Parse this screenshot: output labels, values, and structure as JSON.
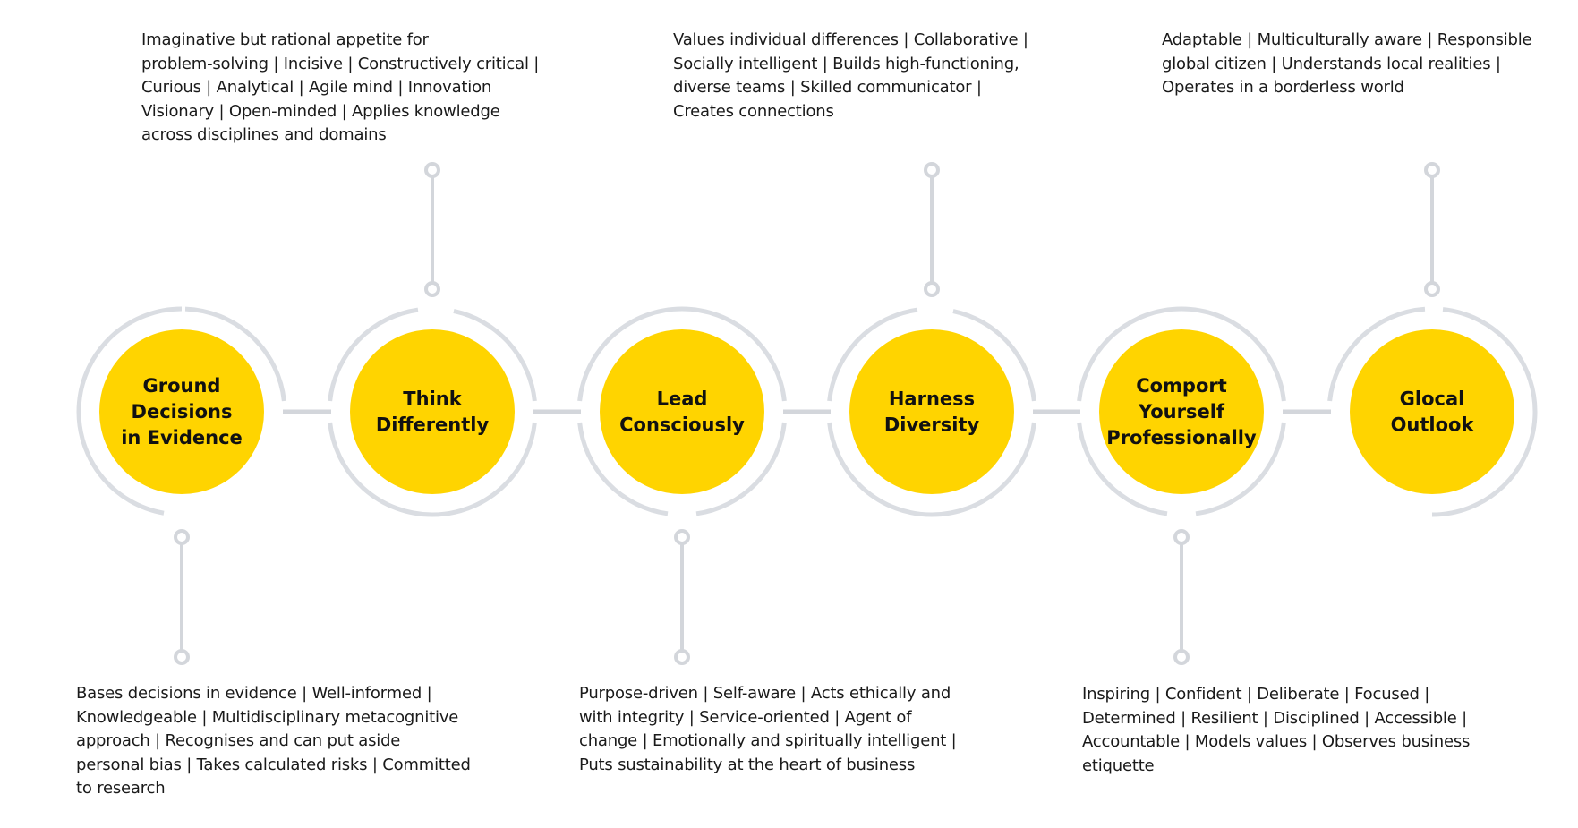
{
  "colors": {
    "node_fill": "#FFD400",
    "ring": "#DADDE2",
    "connector": "#D3D6DB",
    "text": "#111111"
  },
  "nodes": [
    {
      "id": "ground-decisions",
      "title_lines": [
        "Ground",
        "Decisions",
        "in Evidence"
      ],
      "description_position": "bottom",
      "description_lines": [
        "Bases decisions in evidence | Well-informed |",
        "Knowledgeable | Multidisciplinary metacognitive",
        "approach | Recognises and can put aside",
        "personal bias | Takes calculated risks | Committed",
        "to research"
      ]
    },
    {
      "id": "think-differently",
      "title_lines": [
        "Think",
        "Differently"
      ],
      "description_position": "top",
      "description_lines": [
        "Imaginative but rational appetite for",
        "problem-solving | Incisive | Constructively critical |",
        "Curious | Analytical | Agile mind | Innovation",
        "Visionary | Open-minded | Applies knowledge",
        "across disciplines and domains"
      ]
    },
    {
      "id": "lead-consciously",
      "title_lines": [
        "Lead",
        "Consciously"
      ],
      "description_position": "bottom",
      "description_lines": [
        "Purpose-driven | Self-aware | Acts ethically and",
        "with integrity | Service-oriented | Agent of",
        "change | Emotionally and spiritually intelligent |",
        "Puts sustainability at the heart of business"
      ]
    },
    {
      "id": "harness-diversity",
      "title_lines": [
        "Harness",
        "Diversity"
      ],
      "description_position": "top",
      "description_lines": [
        "Values individual differences | Collaborative |",
        "Socially intelligent | Builds high-functioning,",
        "diverse teams | Skilled communicator |",
        "Creates connections"
      ]
    },
    {
      "id": "comport-yourself",
      "title_lines": [
        "Comport",
        "Yourself",
        "Professionally"
      ],
      "description_position": "bottom",
      "description_lines": [
        "Inspiring | Confident | Deliberate | Focused  |",
        "Determined | Resilient | Disciplined | Accessible |",
        "Accountable | Models values | Observes business",
        "etiquette"
      ]
    },
    {
      "id": "glocal-outlook",
      "title_lines": [
        "Glocal",
        "Outlook"
      ],
      "description_position": "top",
      "description_lines": [
        "Adaptable | Multiculturally aware | Responsible",
        "global citizen | Understands local realities |",
        "Operates in a borderless world"
      ]
    }
  ]
}
